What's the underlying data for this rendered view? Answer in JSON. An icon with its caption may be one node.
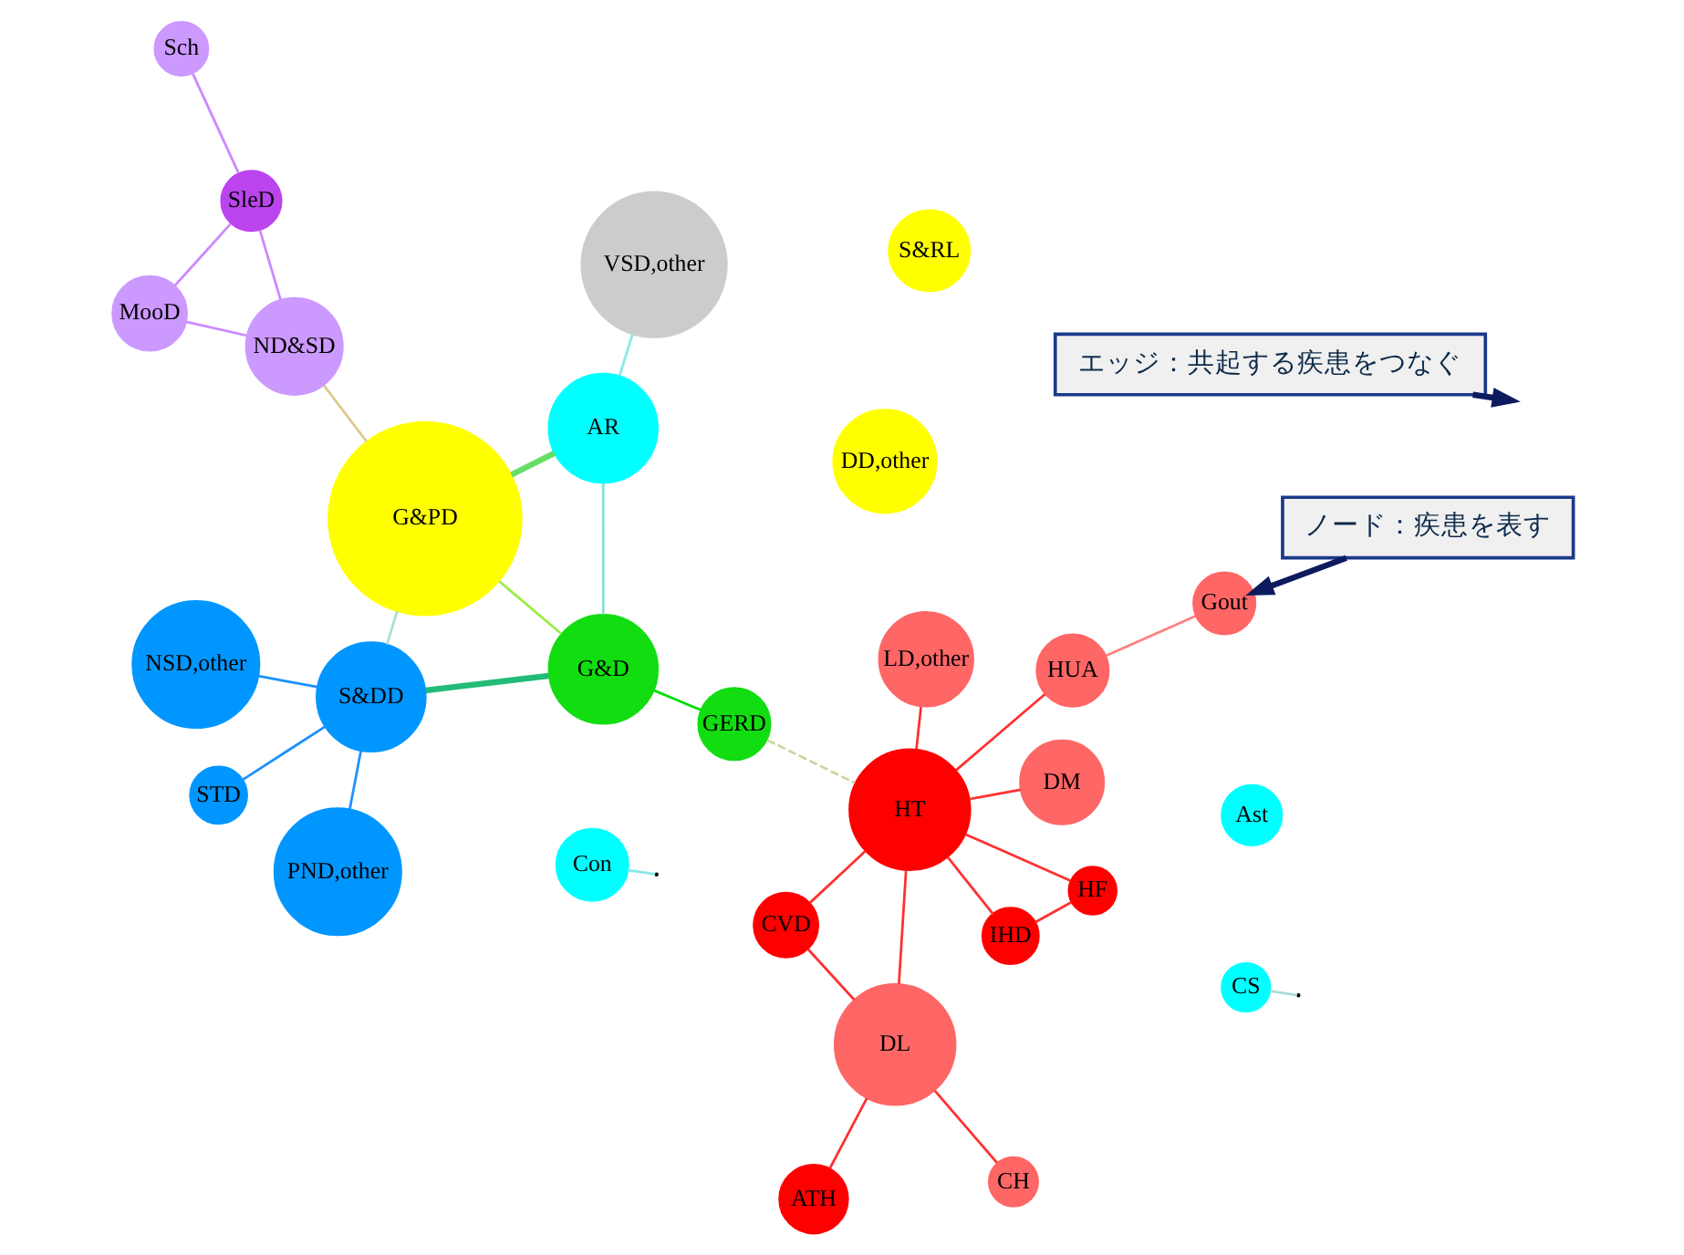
{
  "diagram": {
    "nodes": [
      {
        "text": [
          "STD"
        ]
      },
      {
        "text": [
          "PND,other"
        ]
      },
      {
        "text": [
          "S&DD"
        ]
      },
      {
        "text": [
          "NSD,other"
        ]
      },
      {
        "text": [
          "G&D"
        ]
      },
      {
        "text": [
          "GERD"
        ]
      },
      {
        "text": [
          "ATH"
        ]
      },
      {
        "text": [
          "CH"
        ]
      },
      {
        "text": [
          "CVD"
        ]
      },
      {
        "text": [
          "Gout"
        ]
      },
      {
        "text": [
          "DL"
        ]
      },
      {
        "text": [
          "HUA"
        ]
      },
      {
        "text": [
          "DM"
        ]
      },
      {
        "text": [
          "HT"
        ]
      },
      {
        "text": [
          "LD,other"
        ]
      },
      {
        "text": [
          "IHD"
        ]
      },
      {
        "text": [
          "HF"
        ]
      },
      {
        "text": [
          "Sch"
        ]
      },
      {
        "text": [
          "MooD"
        ]
      },
      {
        "text": [
          "SleD"
        ]
      },
      {
        "text": [
          "ND&SD"
        ]
      },
      {
        "text": [
          "DD,other"
        ]
      },
      {
        "text": [
          "G&PD"
        ]
      },
      {
        "text": [
          "S&RL"
        ]
      },
      {
        "text": [
          "CS"
        ]
      },
      {
        "text": [
          "AR"
        ]
      },
      {
        "text": [
          "Con"
        ]
      },
      {
        "text": [
          "Ast"
        ]
      },
      {
        "text": [
          "VSD,other"
        ]
      },
      {
        "text": [
          "ノード：疾患を表す"
        ]
      },
      {
        "text": [
          "エッジ：共起する疾患をつなぐ"
        ]
      }
    ],
    "edges": [
      {
        "from": 0,
        "to": 2,
        "arrow": "none",
        "color": "#1e90ff"
      },
      {
        "from": 1,
        "to": 2,
        "arrow": "none",
        "color": "#1e90ff"
      },
      {
        "from": 3,
        "to": 2,
        "arrow": "none",
        "color": "#1e90ff"
      },
      {
        "from": 2,
        "to": 4,
        "arrow": "none",
        "style": "thick",
        "color": "#22bb77"
      },
      {
        "from": 4,
        "to": 5,
        "arrow": "none",
        "color": "#00dd00"
      },
      {
        "from": 5,
        "to": 13,
        "arrow": "none",
        "style": "dashed",
        "color": "#c8d8a0"
      },
      {
        "from": 4,
        "to": 22,
        "arrow": "none",
        "color": "#99ee44"
      },
      {
        "from": 2,
        "to": 22,
        "arrow": "none",
        "color": "#a8e0d0"
      },
      {
        "from": 4,
        "to": 25,
        "arrow": "none",
        "color": "#88e0d0"
      },
      {
        "from": 22,
        "to": 25,
        "arrow": "none",
        "style": "thick",
        "color": "#66dd66"
      },
      {
        "from": 22,
        "to": 20,
        "arrow": "none",
        "color": "#e0c890"
      },
      {
        "from": 25,
        "to": 28,
        "arrow": "none",
        "color": "#88e8e8"
      },
      {
        "from": null,
        "to": 24,
        "arrow": "none",
        "color": "#a8dcdc"
      },
      {
        "from": 26,
        "to": null,
        "arrow": "none",
        "color": "#88e8e8"
      },
      {
        "from": 6,
        "to": 10,
        "arrow": "none"
      },
      {
        "from": 7,
        "to": 10,
        "arrow": "none"
      },
      {
        "from": 8,
        "to": 10,
        "arrow": "none"
      },
      {
        "from": 8,
        "to": 13,
        "arrow": "none"
      },
      {
        "from": 9,
        "to": 11,
        "arrow": "none",
        "color": "#ff8080"
      },
      {
        "from": 10,
        "to": 13,
        "arrow": "none"
      },
      {
        "from": 12,
        "to": 13,
        "arrow": "none"
      },
      {
        "from": 11,
        "to": 13,
        "arrow": "none"
      },
      {
        "from": 14,
        "to": 13,
        "arrow": "none"
      },
      {
        "from": 15,
        "to": 13,
        "arrow": "none"
      },
      {
        "from": 16,
        "to": 13,
        "arrow": "none"
      },
      {
        "from": 15,
        "to": 16,
        "arrow": "none"
      },
      {
        "from": 20,
        "to": 18,
        "arrow": "none",
        "color": "#cc88ff"
      },
      {
        "from": 18,
        "to": 19,
        "arrow": "none",
        "color": "#cc88ff"
      },
      {
        "from": 20,
        "to": 19,
        "arrow": "none",
        "color": "#cc88ff"
      },
      {
        "from": 19,
        "to": 17,
        "arrow": "none",
        "color": "#cc88ff"
      },
      {
        "from": 29,
        "to": 9,
        "arrow": "to",
        "style": "thick",
        "color": "#0d1b5e"
      },
      {
        "from": 30,
        "to": null,
        "arrow": "to",
        "style": "thick",
        "color": "#0d1b5e"
      }
    ]
  }
}
